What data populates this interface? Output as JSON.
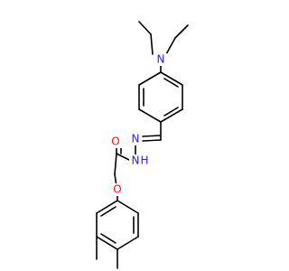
{
  "molecule": {
    "atoms": {
      "n_amine": {
        "label": "N",
        "color": "#1f1fff"
      },
      "n_imine": {
        "label": "N",
        "color": "#1f1fff"
      },
      "n_hydrazide": {
        "label": "N",
        "color": "#1f1fff"
      },
      "h_hydrazide": {
        "label": "H",
        "color": "#1f1fff"
      },
      "o_carbonyl": {
        "label": "O",
        "color": "#ff0d0d"
      },
      "o_ether": {
        "label": "O",
        "color": "#ff0d0d"
      }
    },
    "bond_color": "#000000"
  }
}
